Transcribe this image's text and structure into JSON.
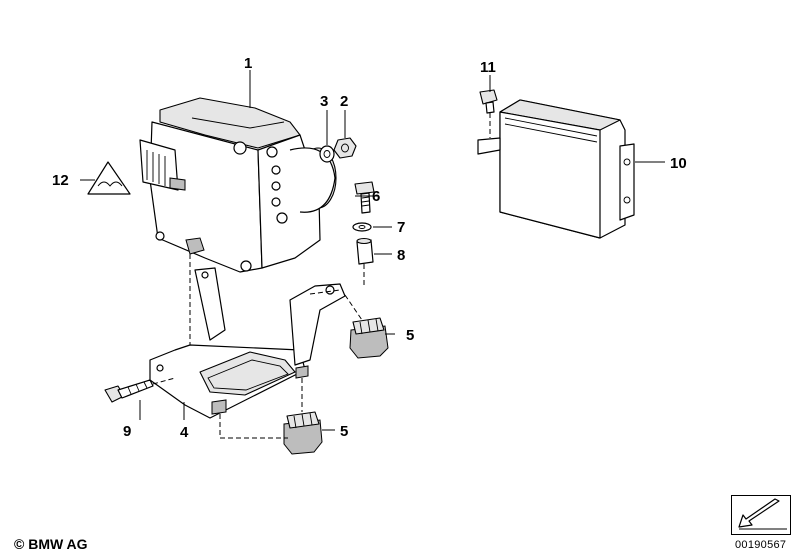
{
  "callouts": [
    {
      "id": "1",
      "label": "1"
    },
    {
      "id": "2",
      "label": "2"
    },
    {
      "id": "3",
      "label": "3"
    },
    {
      "id": "4",
      "label": "4"
    },
    {
      "id": "5a",
      "label": "5"
    },
    {
      "id": "5b",
      "label": "5"
    },
    {
      "id": "6",
      "label": "6"
    },
    {
      "id": "7",
      "label": "7"
    },
    {
      "id": "8",
      "label": "8"
    },
    {
      "id": "9",
      "label": "9"
    },
    {
      "id": "10",
      "label": "10"
    },
    {
      "id": "11",
      "label": "11"
    },
    {
      "id": "12",
      "label": "12"
    }
  ],
  "footer": {
    "copyright": "© BMW AG",
    "reference": "00190567"
  },
  "icons": {
    "navigation": "arrow-navigation-icon",
    "warning": "warning-triangle-icon"
  }
}
